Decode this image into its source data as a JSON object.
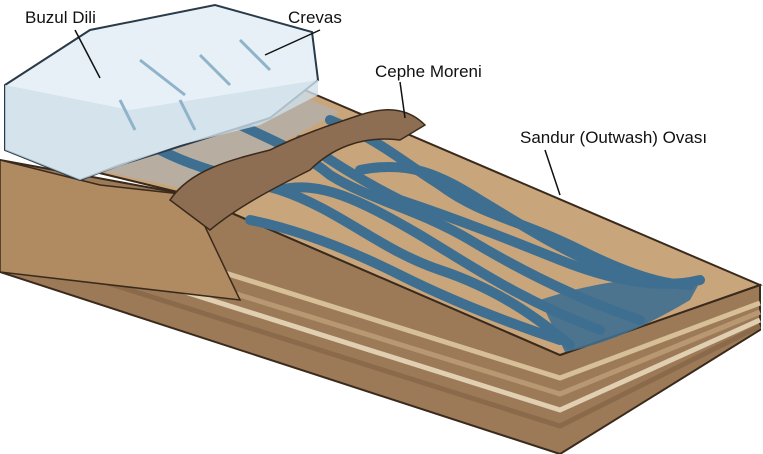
{
  "labels": {
    "glacier_tongue": "Buzul Dili",
    "crevasse": "Crevas",
    "terminal_moraine": "Cephe Moreni",
    "outwash_plain": "Sandur (Outwash) Ovası"
  },
  "colors": {
    "ice": "#e6f0f6",
    "ice_shadow": "#a9c6d8",
    "sand": "#c9a57c",
    "moraine": "#8e6e52",
    "water": "#3f6f90",
    "soil": "#a8845e"
  }
}
